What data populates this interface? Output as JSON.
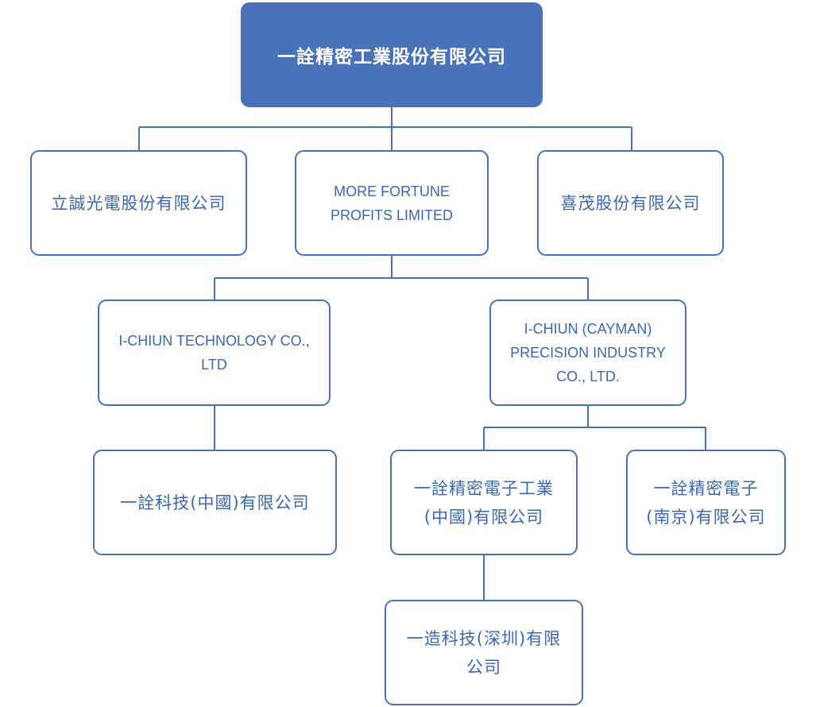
{
  "colors": {
    "accent": "#4a72b8",
    "text": "#3d67b0",
    "root_text": "#ffffff",
    "background": "#ffffff"
  },
  "org": {
    "root": "一詮精密工業股份有限公司",
    "sub_lichen": "立誠光電股份有限公司",
    "sub_more_fortune": "MORE FORTUNE\nPROFITS LIMITED",
    "sub_ximao": "喜茂股份有限公司",
    "sub_ichiun_tech": "I-CHIUN TECHNOLOGY CO.,\nLTD",
    "sub_ichiun_cayman": "I-CHIUN (CAYMAN)\nPRECISION INDUSTRY\nCO., LTD.",
    "sub_yiquan_keji_china": "一詮科技(中國)有限公司",
    "sub_yiquan_dianzi_china": "一詮精密電子工業\n(中國)有限公司",
    "sub_yiquan_dianzi_nanjing": "一詮精密電子\n(南京)有限公司",
    "sub_yizao_shenzhen": "一造科技(深圳)有限\n公司"
  }
}
